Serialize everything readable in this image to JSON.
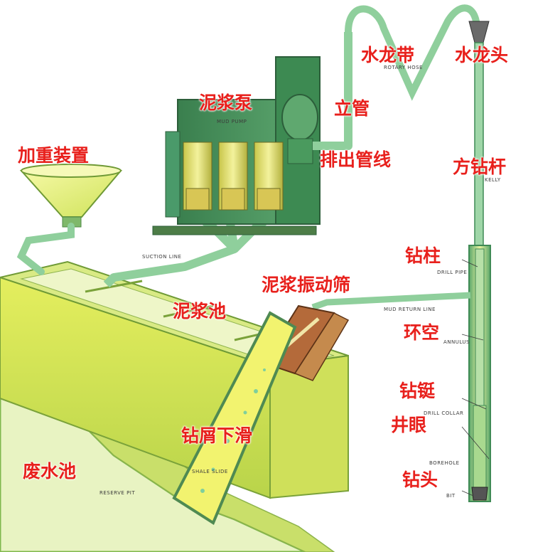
{
  "labels_cn": {
    "mud_pump": "泥浆泵",
    "weighting_device": "加重装置",
    "standpipe": "立管",
    "rotary_hose": "水龙带",
    "swivel": "水龙头",
    "discharge_line": "排出管线",
    "kelly": "方钻杆",
    "drill_pipe": "钻柱",
    "shale_shaker": "泥浆振动筛",
    "mud_pit": "泥浆池",
    "annulus": "环空",
    "drill_collar": "钻铤",
    "borehole": "井眼",
    "shale_slide": "钻屑下滑",
    "reserve_pit": "废水池",
    "bit": "钻头"
  },
  "labels_en": {
    "mud_pump": "MUD PUMP",
    "rotary_hose": "ROTARY HOSE",
    "suction_line": "SUCTION LINE",
    "kelly": "KELLY",
    "drill_pipe": "DRILL PIPE",
    "mud_return_line": "MUD RETURN LINE",
    "annulus": "ANNULUS",
    "drill_collar": "DRILL COLLAR",
    "borehole": "BOREHOLE",
    "shale_slide": "SHALE SLIDE",
    "reserve_pit": "RESERVE PIT",
    "bit": "BIT"
  },
  "colors": {
    "label_red": "#e8201c",
    "equipment_green": "#3f8a55",
    "pipe_green": "#8fcf9c",
    "mud_yellow": "#eef27a",
    "pit_pale": "#e9f4c4"
  }
}
